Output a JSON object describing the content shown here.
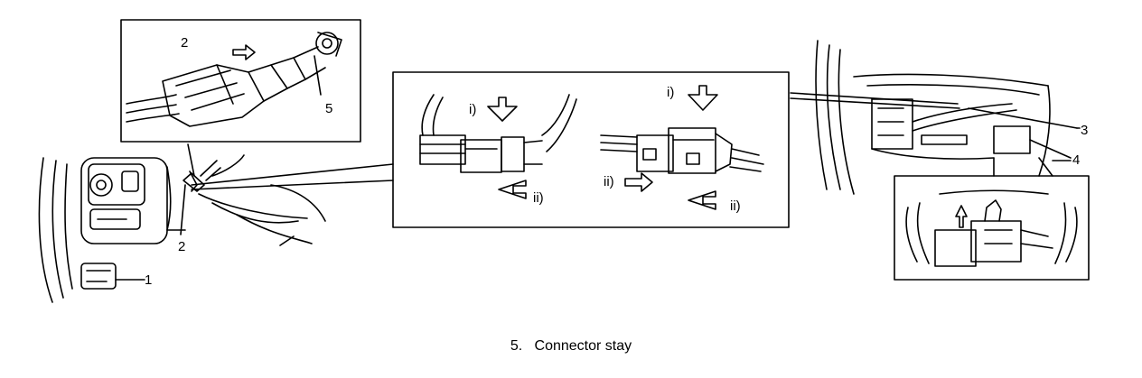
{
  "labels": {
    "part_1": "1",
    "part_2_inset": "2",
    "part_2_main": "2",
    "part_3": "3",
    "part_4": "4",
    "part_5": "5",
    "step_i_left": "i)",
    "step_ii_left": "ii)",
    "step_i_right": "i)",
    "step_ii_right_a": "ii)",
    "step_ii_right_b": "ii)"
  },
  "caption": {
    "number": "5.",
    "text": "Connector stay"
  }
}
